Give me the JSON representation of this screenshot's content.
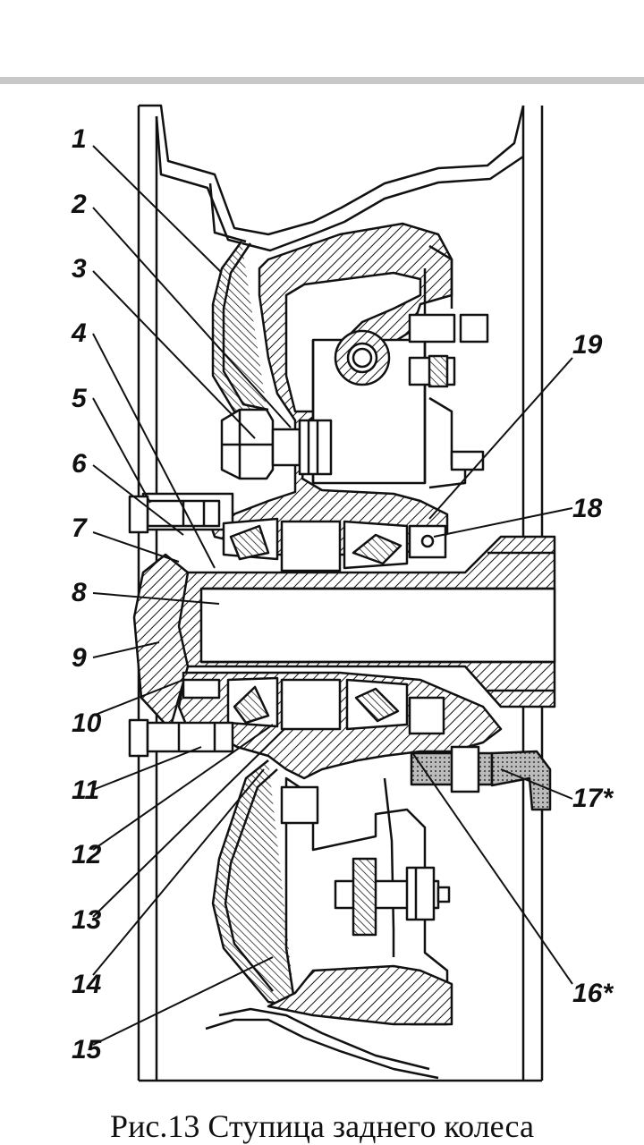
{
  "figure": {
    "caption": "Рис.13 Ступица заднего колеса",
    "callouts": [
      "1",
      "2",
      "3",
      "4",
      "5",
      "6",
      "7",
      "8",
      "9",
      "10",
      "11",
      "12",
      "13",
      "14",
      "15",
      "16*",
      "17*",
      "18",
      "19"
    ]
  }
}
